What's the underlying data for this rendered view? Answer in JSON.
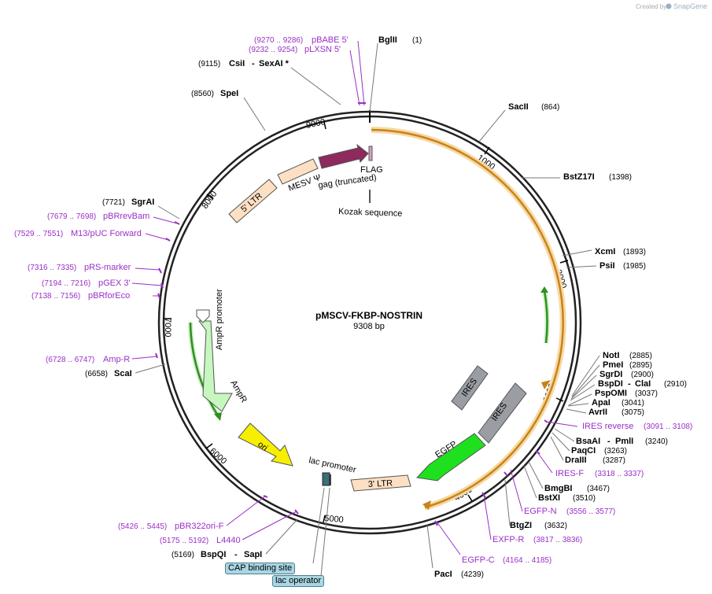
{
  "watermark": {
    "created_by": "Created by",
    "brand": "SnapGene"
  },
  "plasmid": {
    "name": "pMSCV-FKBP-NOSTRIN",
    "size": "9308 bp"
  },
  "ticks": [
    "1000",
    "2000",
    "3000",
    "4000",
    "5000",
    "6000",
    "7000",
    "8000",
    "9000"
  ],
  "sites_left": [
    {
      "pos": "(9270 .. 9286)",
      "name": "pBABE 5'",
      "kind": "primer"
    },
    {
      "pos": "(9232 .. 9254)",
      "name": "pLXSN 5'",
      "kind": "primer"
    },
    {
      "pos": "(9115)",
      "name": "CsiI",
      "name2": "SexAI *",
      "kind": "enzyme"
    },
    {
      "pos": "(8560)",
      "name": "SpeI",
      "kind": "enzyme"
    },
    {
      "pos": "(7721)",
      "name": "SgrAI",
      "kind": "enzyme"
    },
    {
      "pos": "(7679 .. 7698)",
      "name": "pBRrevBam",
      "kind": "primer"
    },
    {
      "pos": "(7529 .. 7551)",
      "name": "M13/pUC Forward",
      "kind": "primer"
    },
    {
      "pos": "(7316 .. 7335)",
      "name": "pRS-marker",
      "kind": "primer"
    },
    {
      "pos": "(7194 .. 7216)",
      "name": "pGEX 3'",
      "kind": "primer"
    },
    {
      "pos": "(7138 .. 7156)",
      "name": "pBRforEco",
      "kind": "primer"
    },
    {
      "pos": "(6728 .. 6747)",
      "name": "Amp-R",
      "kind": "primer"
    },
    {
      "pos": "(6658)",
      "name": "ScaI",
      "kind": "enzyme"
    },
    {
      "pos": "(5426 .. 5445)",
      "name": "pBR322ori-F",
      "kind": "primer"
    },
    {
      "pos": "(5175 .. 5192)",
      "name": "L4440",
      "kind": "primer"
    },
    {
      "pos": "(5169)",
      "name": "BspQI",
      "name2": "SapI",
      "kind": "enzyme"
    }
  ],
  "sites_right": [
    {
      "pos": "(1)",
      "name": "BglII",
      "kind": "enzyme"
    },
    {
      "pos": "(864)",
      "name": "SacII",
      "kind": "enzyme"
    },
    {
      "pos": "(1398)",
      "name": "BstZ17I",
      "kind": "enzyme"
    },
    {
      "pos": "(1893)",
      "name": "XcmI",
      "kind": "enzyme"
    },
    {
      "pos": "(1985)",
      "name": "PsiI",
      "kind": "enzyme"
    },
    {
      "pos": "(2885)",
      "name": "NotI",
      "kind": "enzyme"
    },
    {
      "pos": "(2895)",
      "name": "PmeI",
      "kind": "enzyme"
    },
    {
      "pos": "(2900)",
      "name": "SgrDI",
      "kind": "enzyme"
    },
    {
      "pos": "(2910)",
      "name": "BspDI",
      "name2": "ClaI",
      "kind": "enzyme"
    },
    {
      "pos": "(3037)",
      "name": "PspOMI",
      "kind": "enzyme"
    },
    {
      "pos": "(3041)",
      "name": "ApaI",
      "kind": "enzyme"
    },
    {
      "pos": "(3075)",
      "name": "AvrII",
      "kind": "enzyme"
    },
    {
      "pos": "(3091 .. 3108)",
      "name": "IRES reverse",
      "kind": "primer"
    },
    {
      "pos": "(3240)",
      "name": "BsaAI",
      "name2": "PmlI",
      "kind": "enzyme"
    },
    {
      "pos": "(3263)",
      "name": "PaqCI",
      "kind": "enzyme"
    },
    {
      "pos": "(3287)",
      "name": "DraIII",
      "kind": "enzyme"
    },
    {
      "pos": "(3318 .. 3337)",
      "name": "IRES-F",
      "kind": "primer"
    },
    {
      "pos": "(3467)",
      "name": "BmgBI",
      "kind": "enzyme"
    },
    {
      "pos": "(3510)",
      "name": "BstXI",
      "kind": "enzyme"
    },
    {
      "pos": "(3556 .. 3577)",
      "name": "EGFP-N",
      "kind": "primer"
    },
    {
      "pos": "(3632)",
      "name": "BtgZI",
      "kind": "enzyme"
    },
    {
      "pos": "(3817 .. 3836)",
      "name": "EXFP-R",
      "kind": "primer"
    },
    {
      "pos": "(4164 .. 4185)",
      "name": "EGFP-C",
      "kind": "primer"
    },
    {
      "pos": "(4239)",
      "name": "PacI",
      "kind": "enzyme"
    }
  ],
  "features": {
    "flag": "FLAG",
    "gag": "gag (truncated)",
    "kozak": "Kozak sequence",
    "mesv": "MESV Ψ",
    "ltr5": "5' LTR",
    "ltr3": "3' LTR",
    "amp_promoter": "AmpR promoter",
    "ampr": "AmpR",
    "ori": "ori",
    "lac_promoter": "lac promoter",
    "ires1": "IRES",
    "ires2": "IRES",
    "egfp": "EGFP",
    "cap": "CAP binding site",
    "lac_operator": "lac operator"
  },
  "colors": {
    "enzyme": "#000000",
    "primer": "#9a2fc7",
    "orange": "#e29a2a",
    "green": "#2f8f1f",
    "egfp": "#1fe01f",
    "ires": "#9a9ea3",
    "ori": "#f7ef00",
    "ampr": "#c7f7bf",
    "ltr": "#fde0c3",
    "gag": "#8e2a5d"
  }
}
